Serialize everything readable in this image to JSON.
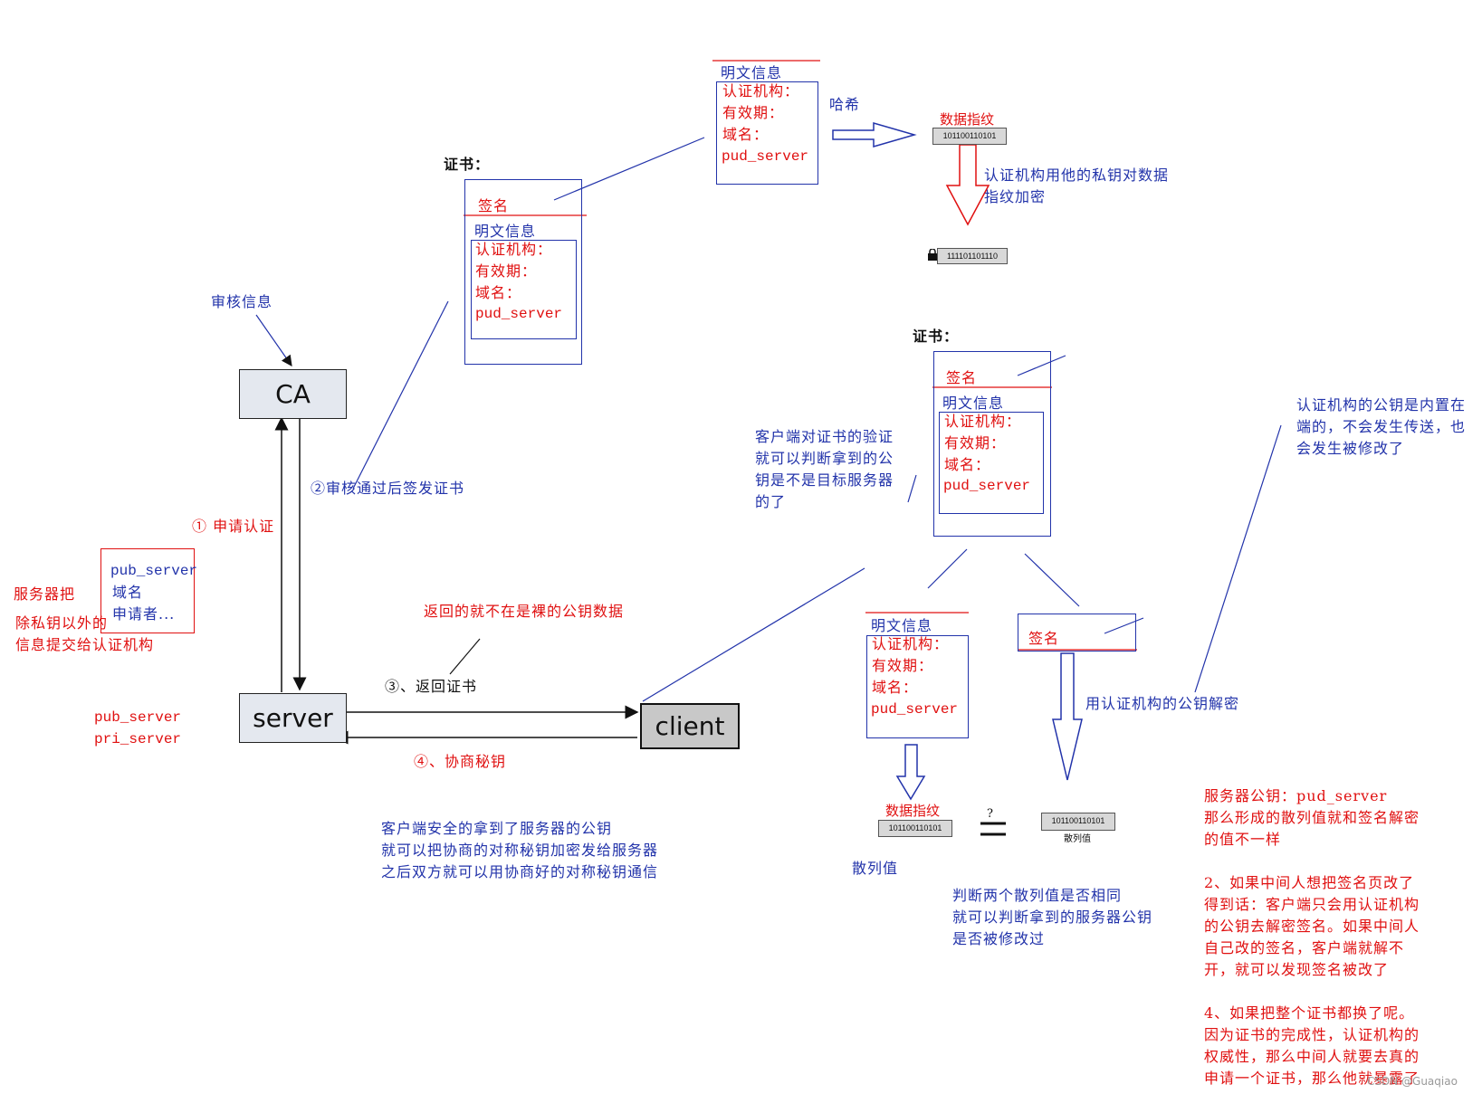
{
  "nodes": {
    "ca": "CA",
    "server": "server",
    "client": "client"
  },
  "left_panel": {
    "server_intro": "服务器把",
    "server_desc_1": "除私钥以外的",
    "server_desc_2": "信息提交给认证机构",
    "info_box": [
      "pub_server",
      "域名",
      "申请者..."
    ],
    "keys": [
      "pub_server",
      "pri_server"
    ],
    "review_info": "审核信息",
    "step1": "① 申请认证",
    "step2": "②审核通过后签发证书",
    "step3": "③、返回证书",
    "step4": "④、协商秘钥",
    "not_naked": "返回的就不在是裸的公钥数据",
    "client_note": [
      "客户端安全的拿到了服务器的公钥",
      "就可以把协商的对称秘钥加密发给服务器",
      "之后双方就可以用协商好的对称秘钥通信"
    ]
  },
  "cert1": {
    "title": "证书：",
    "sign": "签名",
    "plain": "明文信息",
    "fields": [
      "认证机构：",
      "有效期：",
      "域名：",
      "pud_server"
    ]
  },
  "top_plain": {
    "plain": "明文信息",
    "fields": [
      "认证机构：",
      "有效期：",
      "域名：",
      "pud_server"
    ],
    "hash_label": "哈希",
    "fingerprint_label": "数据指纹",
    "fingerprint_value": "101100110101",
    "encrypt_note": [
      "认证机构用他的私钥对数据",
      "指纹加密"
    ],
    "encrypted_value": "111101101110"
  },
  "cert2": {
    "title": "证书：",
    "sign": "签名",
    "plain": "明文信息",
    "fields": [
      "认证机构：",
      "有效期：",
      "域名：",
      "pud_server"
    ],
    "verify_note": [
      "客户端对证书的验证",
      "就可以判断拿到的公",
      "钥是不是目标服务器",
      "的了"
    ],
    "builtin_note": [
      "认证机构的公钥是内置在",
      "端的，不会发生传送，也",
      "会发生被修改了"
    ]
  },
  "split": {
    "plain": "明文信息",
    "fields": [
      "认证机构：",
      "有效期：",
      "域名：",
      "pud_server"
    ],
    "sign": "签名",
    "decrypt_note": "用认证机构的公钥解密",
    "fingerprint_label": "数据指纹",
    "fingerprint_value": "101100110101",
    "hash_value_label": "散列值",
    "right_hash_value": "101100110101",
    "right_hash_caption": "散列值",
    "question": "?",
    "compare_note": [
      "判断两个散列值是否相同",
      "就可以判断拿到的服务器公钥",
      "是否被修改过"
    ]
  },
  "attack_notes": {
    "lines": [
      "服务器公钥：pud_server",
      "那么形成的散列值就和签名解密",
      "的值不一样",
      "",
      "2、如果中间人想把签名页改了",
      "得到话：客户端只会用认证机构",
      "的公钥去解密签名。如果中间人",
      "自己改的签名，客户端就解不",
      "开，就可以发现签名被改了",
      "",
      "4、如果把整个证书都换了呢。",
      "因为证书的完成性，认证机构的",
      "权威性，那么中间人就要去真的",
      "申请一个证书，那么他就暴露了"
    ],
    "watermark": "CSDN @Guaqiao"
  }
}
